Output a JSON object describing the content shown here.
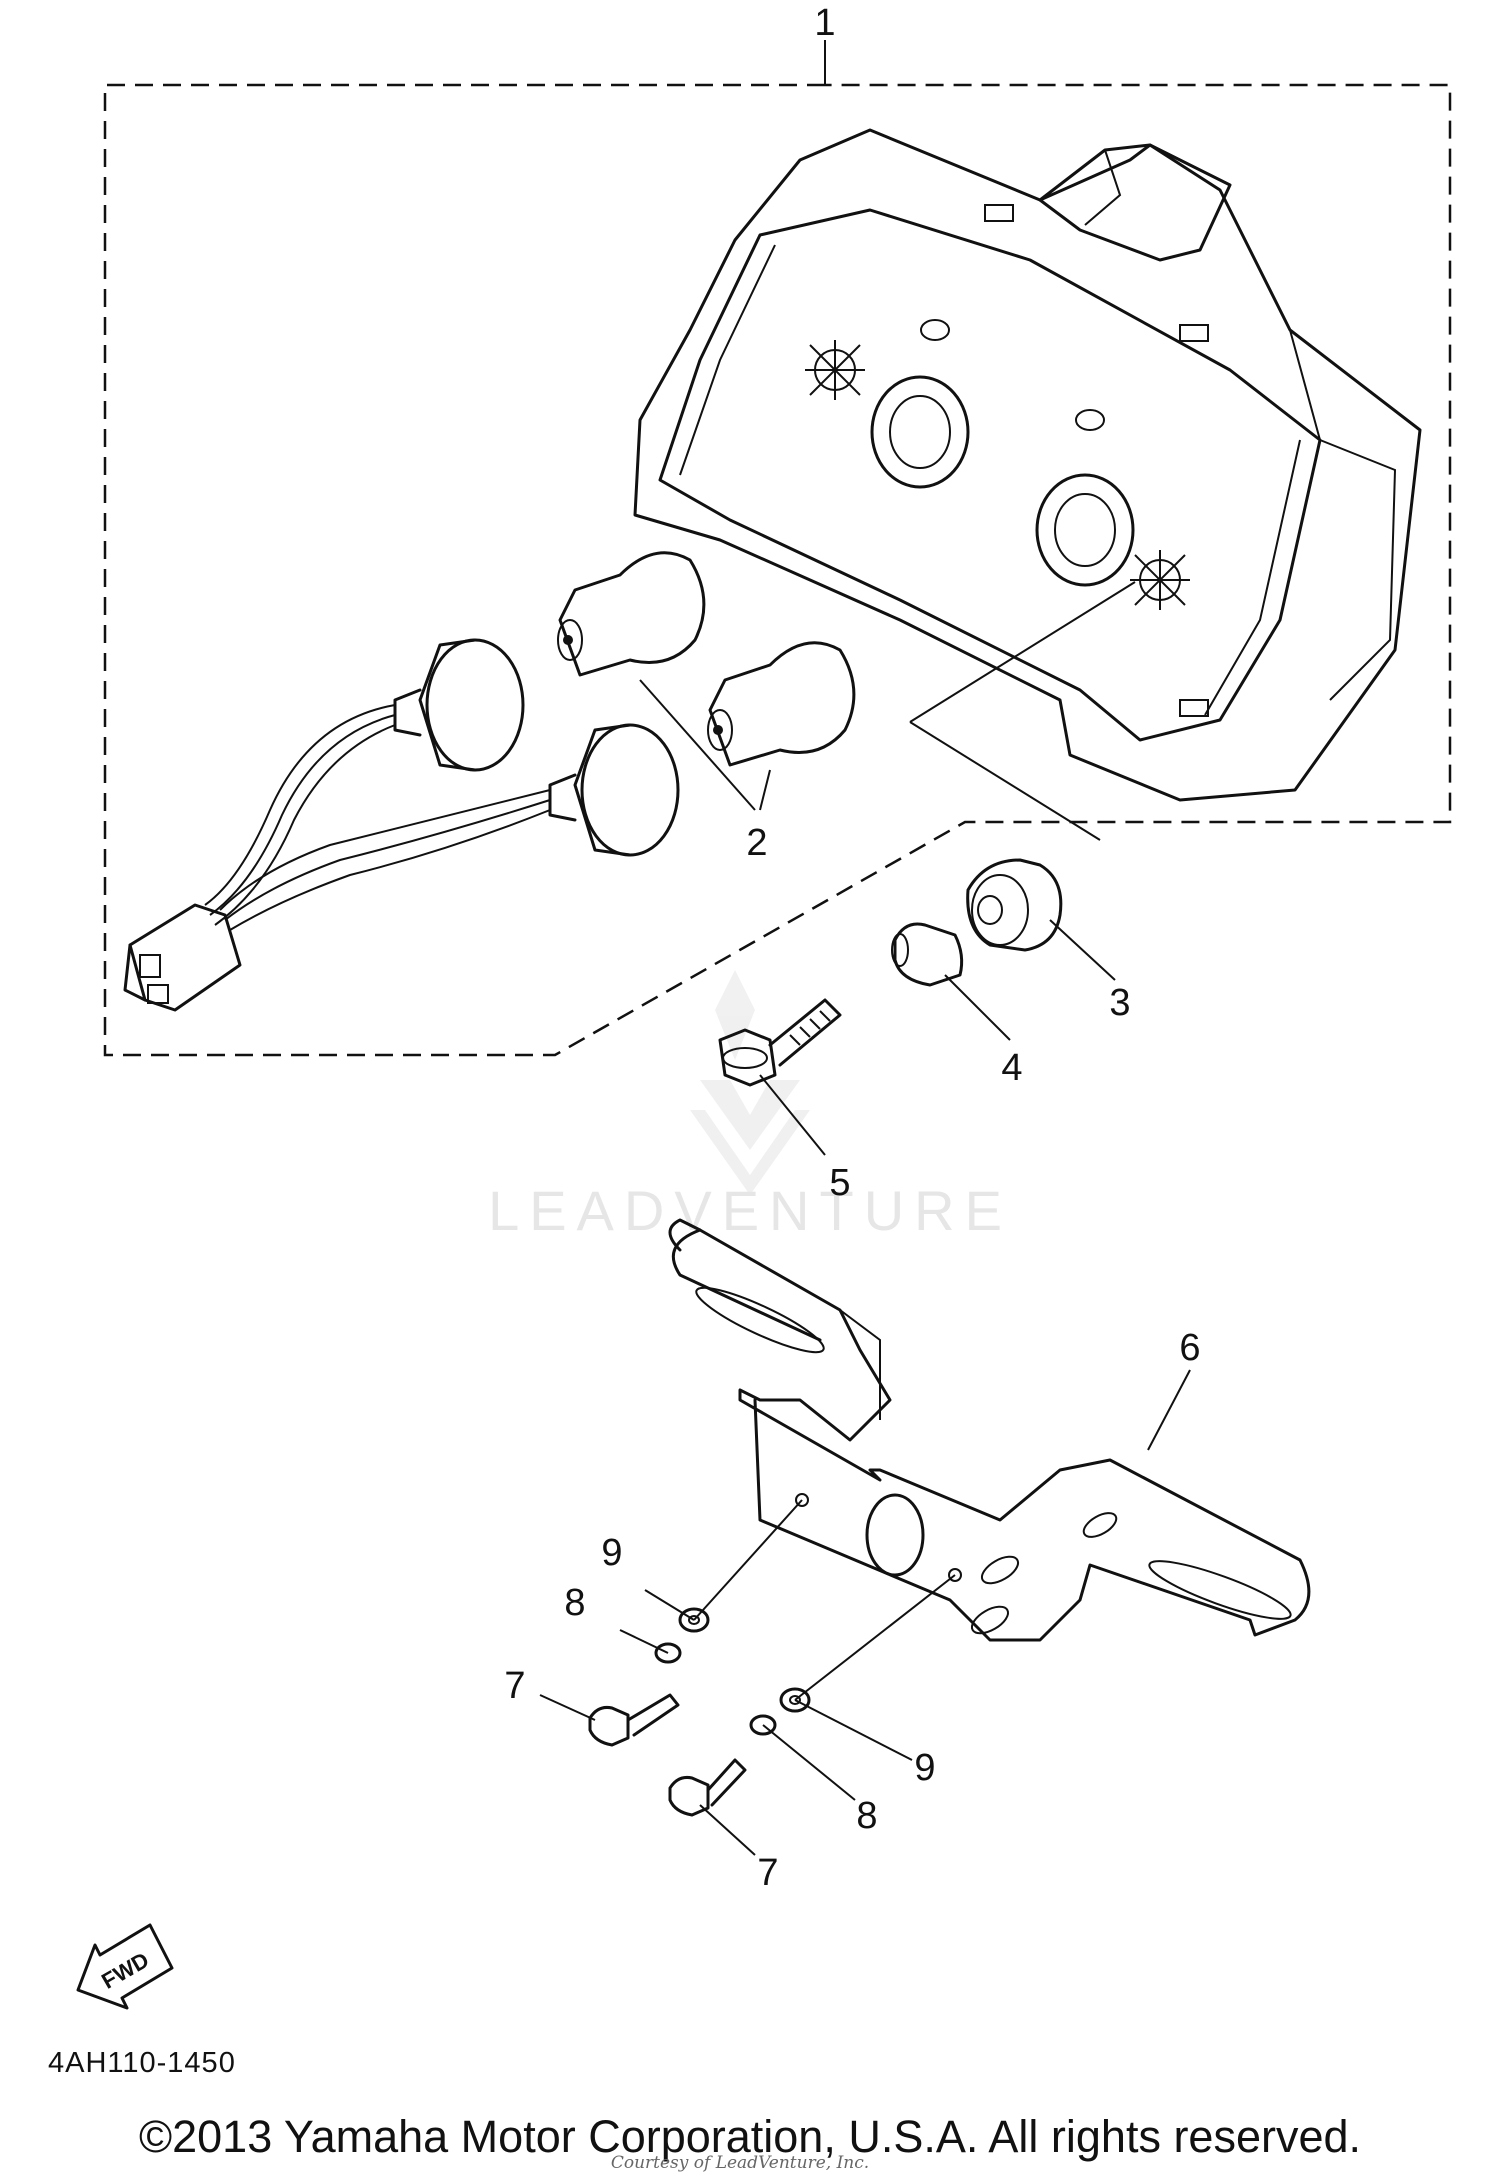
{
  "diagram": {
    "callouts": {
      "p1": "1",
      "p2": "2",
      "p3": "3",
      "p4": "4",
      "p5": "5",
      "p6": "6",
      "p7a": "7",
      "p7b": "7",
      "p8a": "8",
      "p8b": "8",
      "p9a": "9",
      "p9b": "9"
    },
    "fwd_label": "FWD",
    "diagram_code": "4AH110-1450",
    "watermark": "LEADVENTURE",
    "courtesy_note": "Courtesy of LeadVenture, Inc.",
    "copyright": "©2013 Yamaha Motor Corporation, U.S.A. All rights reserved."
  }
}
